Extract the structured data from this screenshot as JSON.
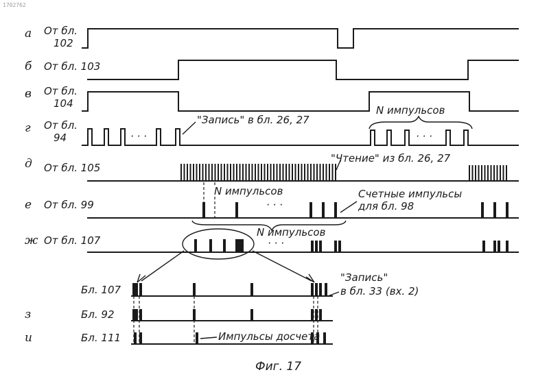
{
  "stamp": "1702762",
  "rows": {
    "a": {
      "letter": "а",
      "src1": "От бл.",
      "src2": "102"
    },
    "b": {
      "letter": "б",
      "src1": "От бл. 103"
    },
    "v": {
      "letter": "в",
      "src1": "От бл.",
      "src2": "104"
    },
    "g": {
      "letter": "г",
      "src1": "От бл.",
      "src2": "94"
    },
    "d": {
      "letter": "д",
      "src1": "От бл. 105"
    },
    "e": {
      "letter": "е",
      "src1": "От бл. 99"
    },
    "zh": {
      "letter": "ж",
      "src1": "От бл. 107"
    },
    "z": {
      "letter": "з",
      "src1": "Бл. 92"
    },
    "i": {
      "letter": "и",
      "src1": "Бл. 111"
    }
  },
  "zoom_label": "Бл. 107",
  "notes": {
    "write_g": "\"Запись\" в бл. 26, 27",
    "n_pulses_g": "N импульсов",
    "dots": "· · ·",
    "read_d": "\"Чтение\" из бл. 26, 27",
    "n_pulses_e": "N импульсов",
    "count_1": "Счетные импульсы",
    "count_2": "для бл. 98",
    "n_pulses_zh": "N импульсов",
    "write_z1": "\"Запись\"",
    "write_z2": "в бл. 33 (вх. 2)",
    "extra": "Импульсы досчета"
  },
  "caption": "Фиг. 17"
}
